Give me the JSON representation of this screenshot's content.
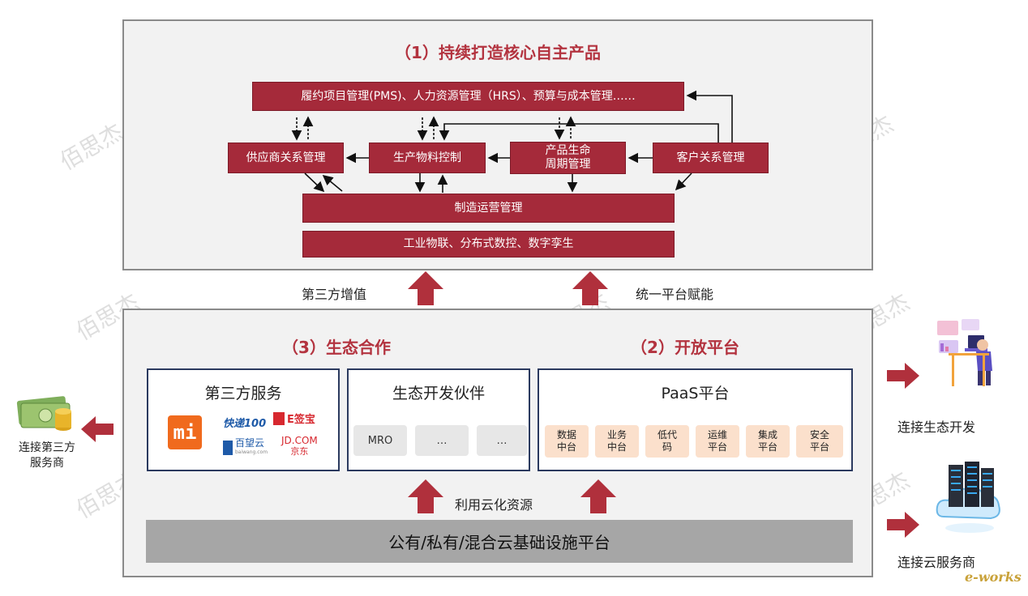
{
  "top": {
    "title": "（1）持续打造核心自主产品",
    "pms": "履约项目管理(PMS)、人力资源管理（HRS）、预算与成本管理……",
    "srm": "供应商关系管理",
    "production": "生产物料控制",
    "plm_line1": "产品生命",
    "plm_line2": "周期管理",
    "crm": "客户关系管理",
    "mom": "制造运营管理",
    "iot": "工业物联、分布式数控、数字孪生"
  },
  "middle": {
    "left_label": "第三方增值",
    "right_label": "统一平台赋能"
  },
  "bottom": {
    "eco_title": "（3）生态合作",
    "open_title": "（2）开放平台",
    "third_party_title": "第三方服务",
    "partner_title": "生态开发伙伴",
    "paas_title": "PaaS平台",
    "partner_tiles": [
      "MRO",
      "…",
      "…"
    ],
    "paas_tiles": [
      {
        "l1": "数据",
        "l2": "中台"
      },
      {
        "l1": "业务",
        "l2": "中台"
      },
      {
        "l1": "低代",
        "l2": "码"
      },
      {
        "l1": "运维",
        "l2": "平台"
      },
      {
        "l1": "集成",
        "l2": "平台"
      },
      {
        "l1": "安全",
        "l2": "平台"
      }
    ],
    "logos": {
      "mi": "mi",
      "kuaidi": "快递100",
      "esign": "E签宝",
      "baiwang": "百望云",
      "baiwang_sub": "baiwang.com",
      "jd": "JD.COM",
      "jd_sub": "京东"
    },
    "cloud_label": "利用云化资源",
    "infra": "公有/私有/混合云基础设施平台"
  },
  "side": {
    "left_label_1": "连接第三方",
    "left_label_2": "服务商",
    "right_top_label": "连接生态开发",
    "right_bottom_label": "连接云服务商"
  },
  "watermark": "佰思杰",
  "brand": "e-works",
  "colors": {
    "accent_red": "#a52a3a",
    "title_red": "#b3333f",
    "arrow_red": "#b0303c",
    "frame_blue": "#2b3a5f",
    "peach": "#fbe0cc"
  }
}
